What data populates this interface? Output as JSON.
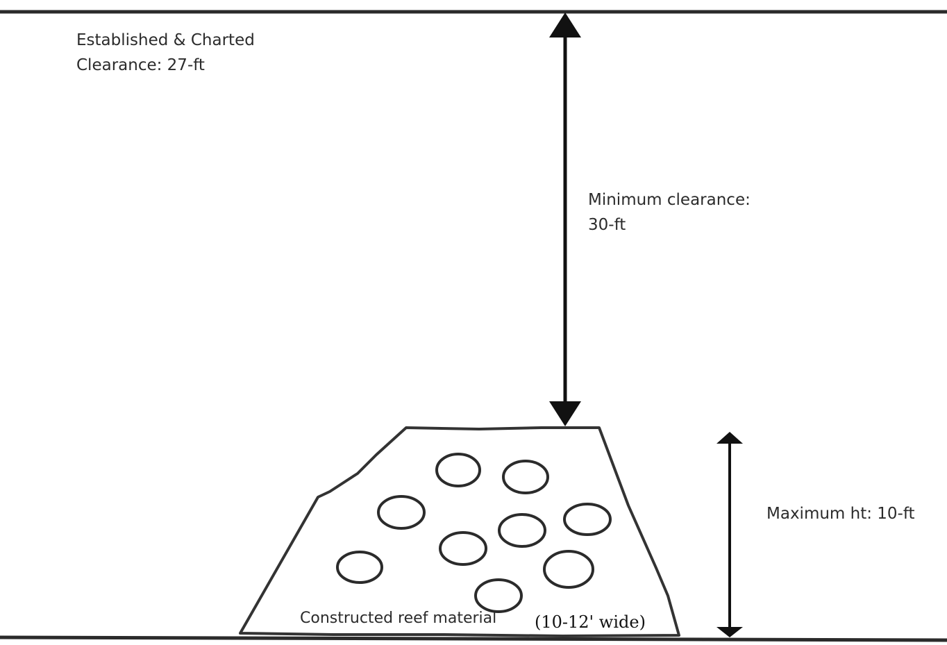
{
  "surface_label": {
    "line1": "Established & Charted",
    "line2": "Clearance: 27-ft"
  },
  "min_clearance_label": {
    "line1": "Minimum clearance:",
    "line2": "30-ft"
  },
  "max_height_label": "Maximum ht: 10-ft",
  "reef_label": "Constructed reef material",
  "reef_width_label": "(10-12' wide)",
  "colors": {
    "line": "#2b2b2b",
    "text": "#2b2b2b",
    "background": "#ffffff"
  }
}
